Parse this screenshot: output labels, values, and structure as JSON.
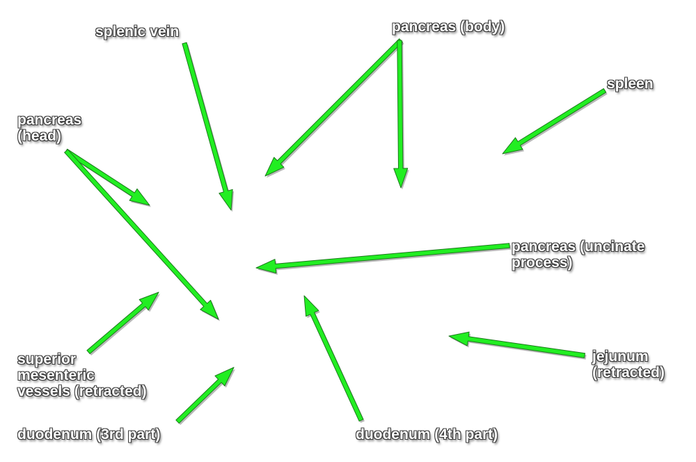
{
  "colors": {
    "arrow": "#22ee22",
    "arrow_outline": "#1a7a1a",
    "label_text": "#ffffff",
    "label_outline": "#3a3a3a",
    "background": "#ffffff"
  },
  "labels": {
    "splenic_vein": "splenic vein",
    "pancreas_body": "pancreas (body)",
    "spleen": "spleen",
    "pancreas_head": "pancreas\n(head)",
    "pancreas_uncinate": "pancreas (uncinate\nprocess)",
    "superior_mesenteric": "superior\nmesenteric\nvessels (retracted)",
    "jejunum": "jejunum\n(retracted)",
    "duodenum_3rd": "duodenum (3rd part)",
    "duodenum_4th": "duodenum (4th part)"
  }
}
